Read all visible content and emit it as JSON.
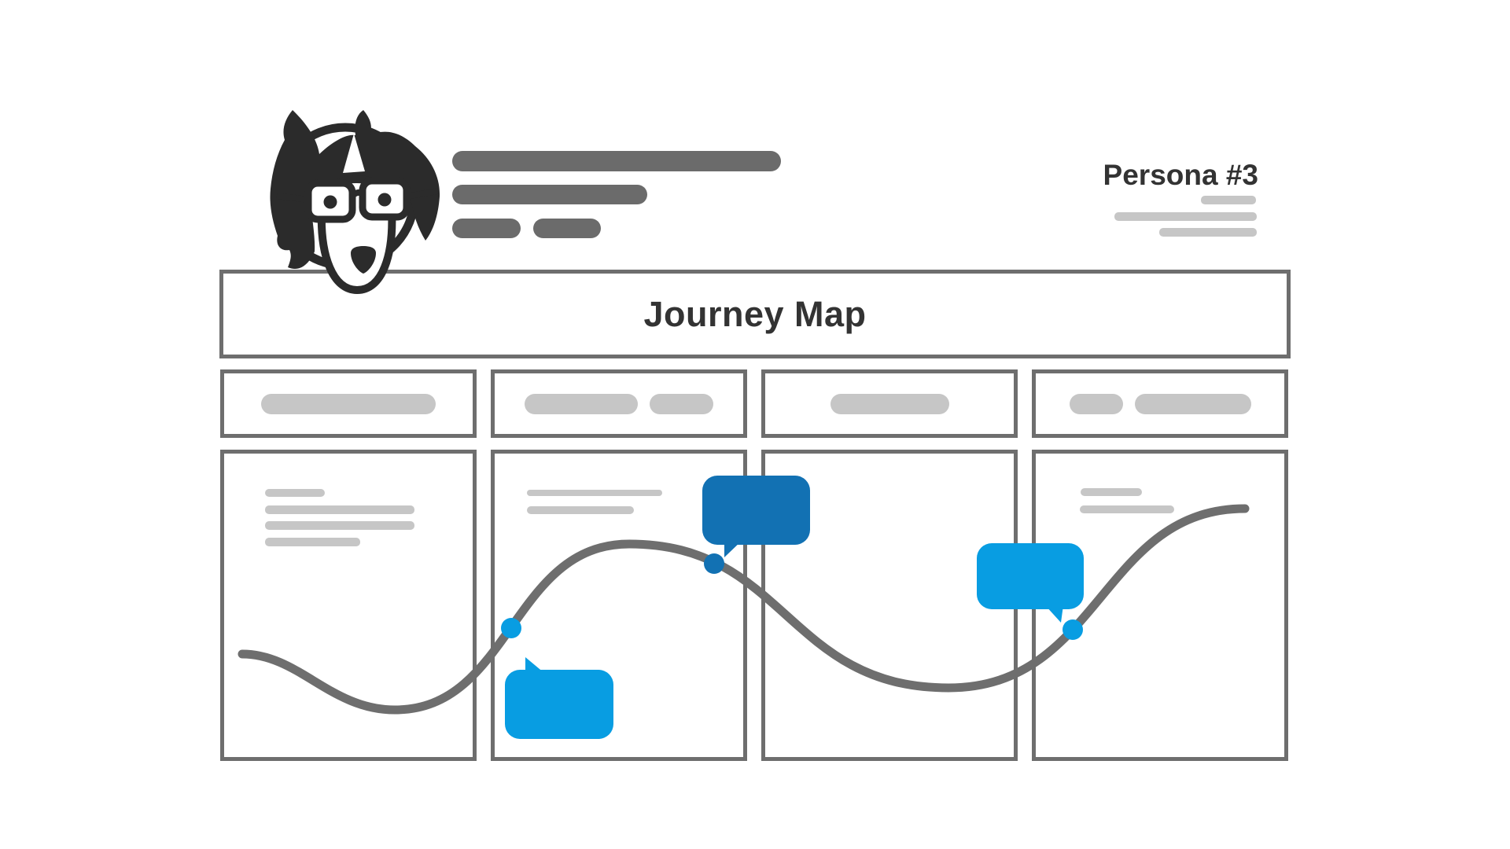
{
  "board": {
    "title": "Journey Map",
    "columns": 4
  },
  "persona": {
    "label": "Persona #3"
  },
  "journey": {
    "line_color": "#6e6e6e",
    "touchpoints": [
      {
        "marker": "dot",
        "bubble": "speech-bubble",
        "tone": "light"
      },
      {
        "marker": "dot",
        "bubble": "speech-bubble",
        "tone": "dark"
      },
      {
        "marker": "dot",
        "bubble": "speech-bubble",
        "tone": "light"
      }
    ]
  },
  "icons": {
    "mascot": "dog-with-glasses-icon"
  },
  "colors": {
    "border_gray": "#6e6e6e",
    "bar_dark": "#6b6b6b",
    "bar_light": "#c6c6c6",
    "text_dark": "#333333",
    "blue_dark": "#1271b3",
    "blue_light": "#089de2",
    "ink": "#2b2b2b"
  }
}
